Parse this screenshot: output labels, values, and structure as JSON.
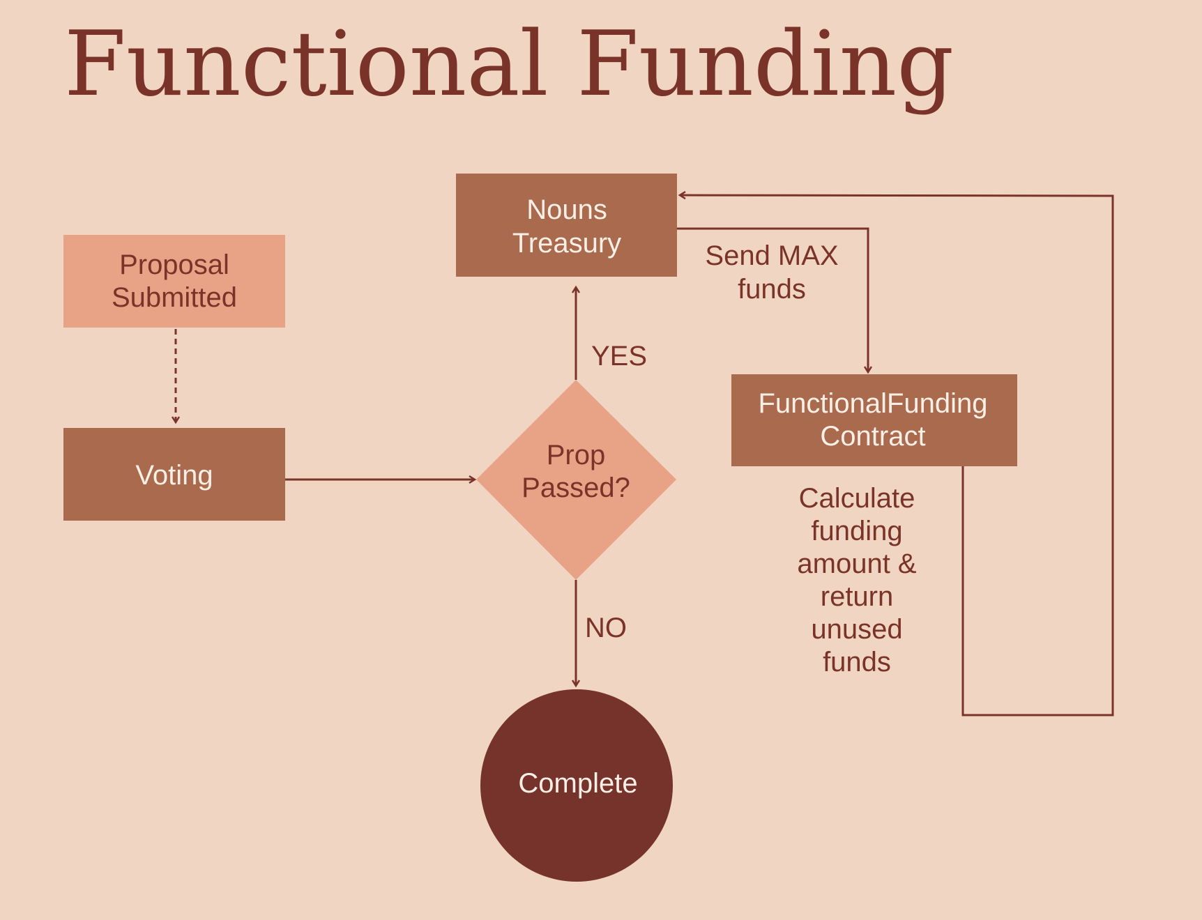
{
  "title": "Functional Funding",
  "nodes": {
    "proposal": [
      "Proposal",
      "Submitted"
    ],
    "voting": [
      "Voting"
    ],
    "decision": [
      "Prop",
      "Passed?"
    ],
    "treasury": [
      "Nouns",
      "Treasury"
    ],
    "contract": [
      "FunctionalFunding",
      "Contract"
    ],
    "complete": [
      "Complete"
    ]
  },
  "edge_labels": {
    "yes": "YES",
    "no": "NO",
    "send": [
      "Send MAX",
      "funds"
    ],
    "calculate": [
      "Calculate",
      "funding",
      "amount &",
      "return",
      "unused",
      "funds"
    ]
  },
  "colors": {
    "background": "#f1d5c3",
    "light_box": "#e8a386",
    "mid_box": "#a96a4e",
    "dark": "#76332b"
  }
}
